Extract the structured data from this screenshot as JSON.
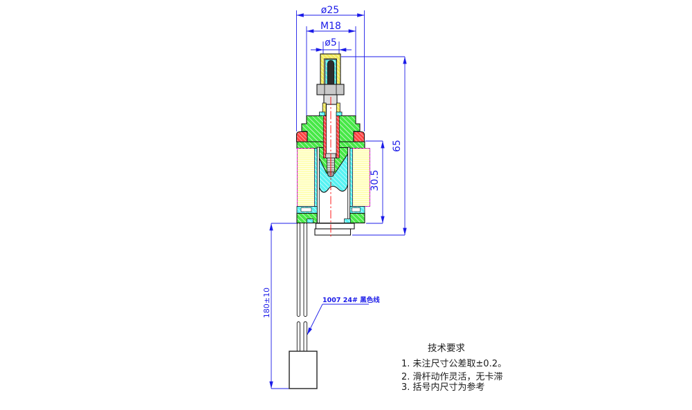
{
  "drawing": {
    "dimensions": {
      "dia25": "ø25",
      "m18": "M18",
      "dia5": "ø5",
      "h65": "65",
      "h30_5": "30.5",
      "wire_len": "180±10"
    },
    "wire_label": "1007 24#  黑色线",
    "notes": {
      "title": "技术要求",
      "items": [
        "1. 未注尺寸公差取±0.2。",
        "2. 滑杆动作灵活，无卡滞",
        "3. 括号内尺寸为参考"
      ]
    },
    "colors": {
      "dimension_blue": "#1b1be8",
      "centerline_red": "#ff0000",
      "frame_green": "#47e847",
      "flange_red": "#ff4545",
      "coil_yellow": "#ffffa8",
      "plunger_cyan": "#58f2f2",
      "bobbin_magenta": "#ff00ff"
    }
  }
}
